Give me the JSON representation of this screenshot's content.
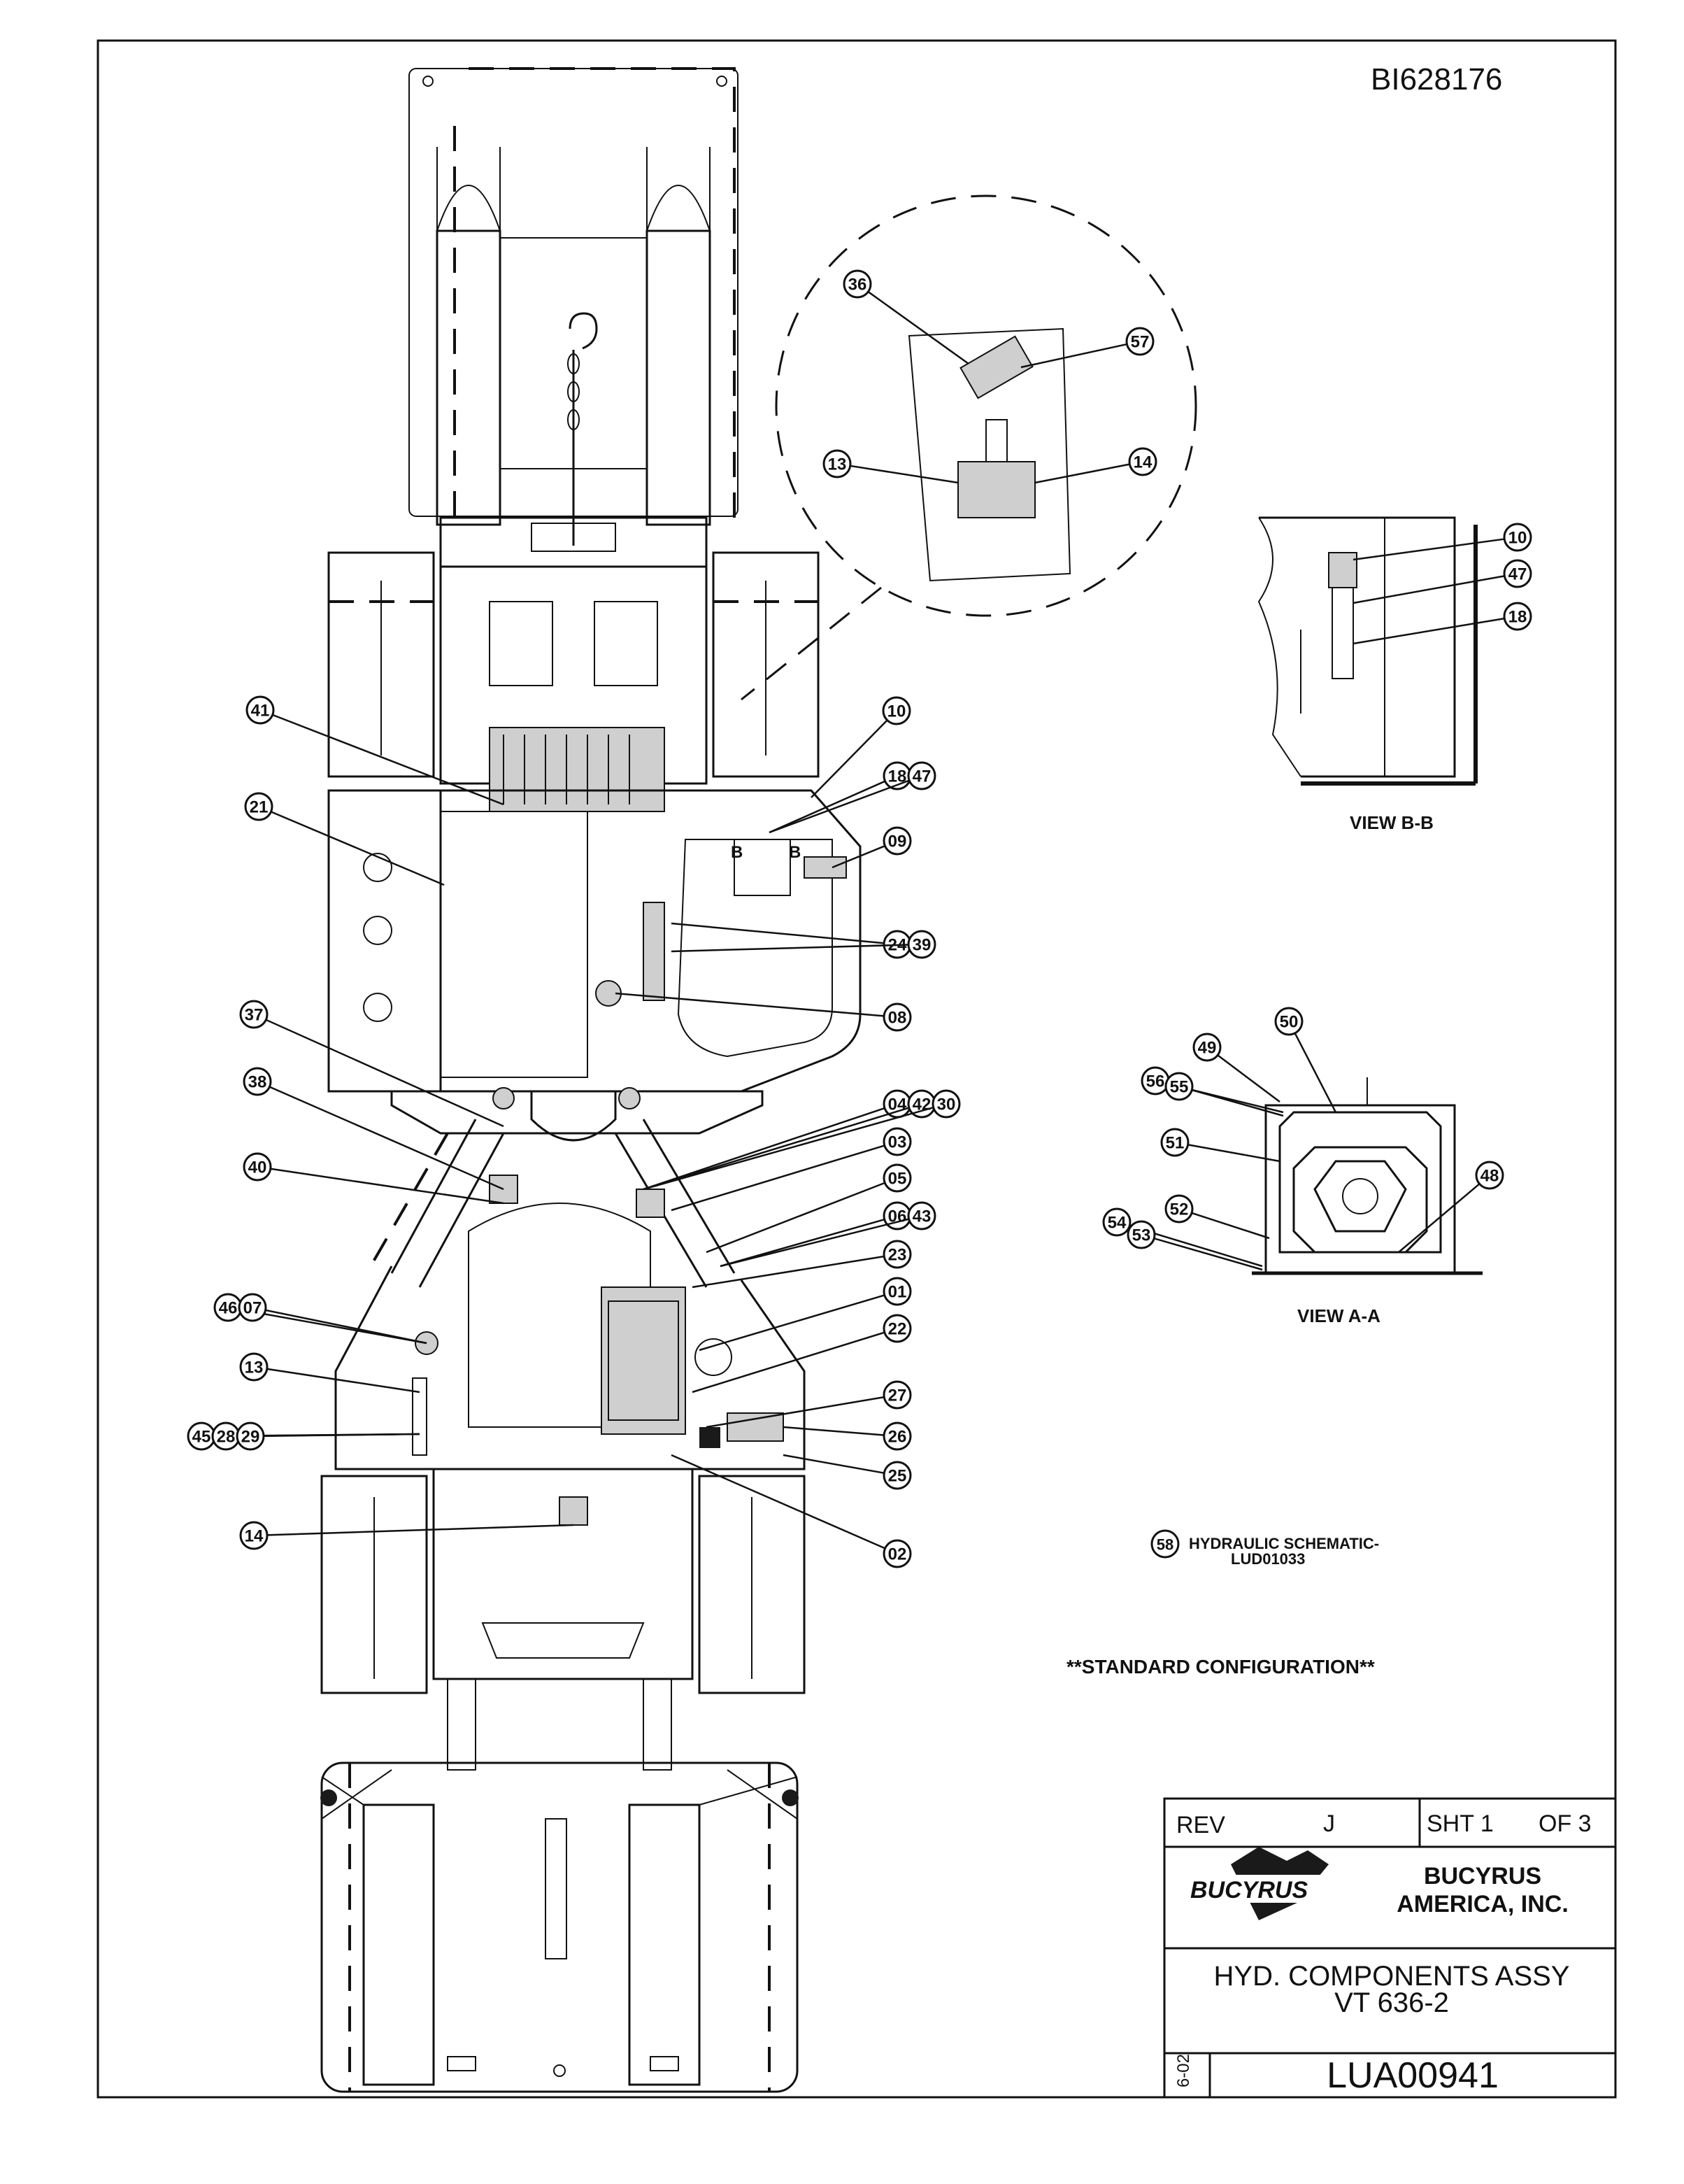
{
  "drawing": {
    "doc_number_top": "BI628176",
    "view_bb_label": "VIEW B-B",
    "view_aa_label": "VIEW A-A",
    "section_marker": "B",
    "schematic_ref_num": "58",
    "schematic_line1": "HYDRAULIC SCHEMATIC-",
    "schematic_line2": "LUD01033",
    "configuration_note": "**STANDARD CONFIGURATION**"
  },
  "title_block": {
    "rev_label": "REV",
    "rev_value": "J",
    "sheet_label": "SHT 1",
    "sheet_of": "OF 3",
    "logo_text": "BUCYRUS",
    "company_line1": "BUCYRUS",
    "company_line2": "AMERICA, INC.",
    "title_line1": "HYD. COMPONENTS ASSY",
    "title_line2": "VT 636-2",
    "date_code": "6-02",
    "drawing_number": "LUA00941"
  },
  "callouts": {
    "detail": [
      "36",
      "57",
      "13",
      "14"
    ],
    "view_bb": [
      "10",
      "47",
      "18"
    ],
    "view_aa": [
      "50",
      "49",
      "56",
      "55",
      "51",
      "48",
      "52",
      "54",
      "53"
    ],
    "main": [
      "41",
      "21",
      "10",
      "18",
      "47",
      "09",
      "24",
      "39",
      "08",
      "37",
      "38",
      "40",
      "04",
      "42",
      "30",
      "03",
      "05",
      "06",
      "43",
      "23",
      "01",
      "22",
      "46",
      "07",
      "13",
      "45",
      "28",
      "29",
      "27",
      "26",
      "25",
      "14",
      "02"
    ]
  }
}
